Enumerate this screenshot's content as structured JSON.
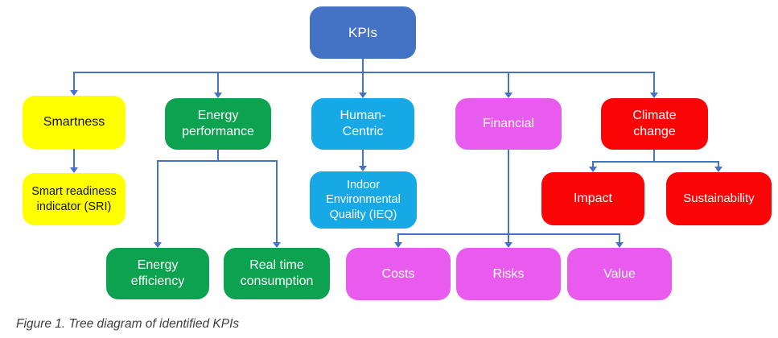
{
  "figure_caption": "Figure 1. Tree diagram of identified KPIs",
  "palette": {
    "root_blue": "#4472C4",
    "yellow": "#FFFF00",
    "green": "#0DA24F",
    "cyan": "#17A9E5",
    "magenta": "#E95BEE",
    "red": "#FA0505",
    "connector": "#4472C4",
    "caption_color": "#3F3F3F"
  },
  "nodes": {
    "kpis": {
      "label": "KPIs",
      "color": "root_blue"
    },
    "smartness": {
      "label": "Smartness",
      "color": "yellow"
    },
    "energy_performance": {
      "label": "Energy\nperformance",
      "color": "green"
    },
    "human_centric": {
      "label": "Human-\nCentric",
      "color": "cyan"
    },
    "financial": {
      "label": "Financial",
      "color": "magenta"
    },
    "climate_change": {
      "label": "Climate\nchange",
      "color": "red"
    },
    "sri": {
      "label": "Smart readiness\nindicator (SRI)",
      "color": "yellow"
    },
    "ieq": {
      "label": "Indoor\nEnvironmental\nQuality (IEQ)",
      "color": "cyan"
    },
    "impact": {
      "label": "Impact",
      "color": "red"
    },
    "sustainability": {
      "label": "Sustainability",
      "color": "red"
    },
    "energy_efficiency": {
      "label": "Energy\nefficiency",
      "color": "green"
    },
    "real_time_consumption": {
      "label": "Real time\nconsumption",
      "color": "green"
    },
    "costs": {
      "label": "Costs",
      "color": "magenta"
    },
    "risks": {
      "label": "Risks",
      "color": "magenta"
    },
    "value": {
      "label": "Value",
      "color": "magenta"
    }
  },
  "edges": [
    [
      "kpis",
      "smartness"
    ],
    [
      "kpis",
      "energy_performance"
    ],
    [
      "kpis",
      "human_centric"
    ],
    [
      "kpis",
      "financial"
    ],
    [
      "kpis",
      "climate_change"
    ],
    [
      "smartness",
      "sri"
    ],
    [
      "energy_performance",
      "energy_efficiency"
    ],
    [
      "energy_performance",
      "real_time_consumption"
    ],
    [
      "human_centric",
      "ieq"
    ],
    [
      "financial",
      "costs"
    ],
    [
      "financial",
      "risks"
    ],
    [
      "financial",
      "value"
    ],
    [
      "climate_change",
      "impact"
    ],
    [
      "climate_change",
      "sustainability"
    ]
  ]
}
